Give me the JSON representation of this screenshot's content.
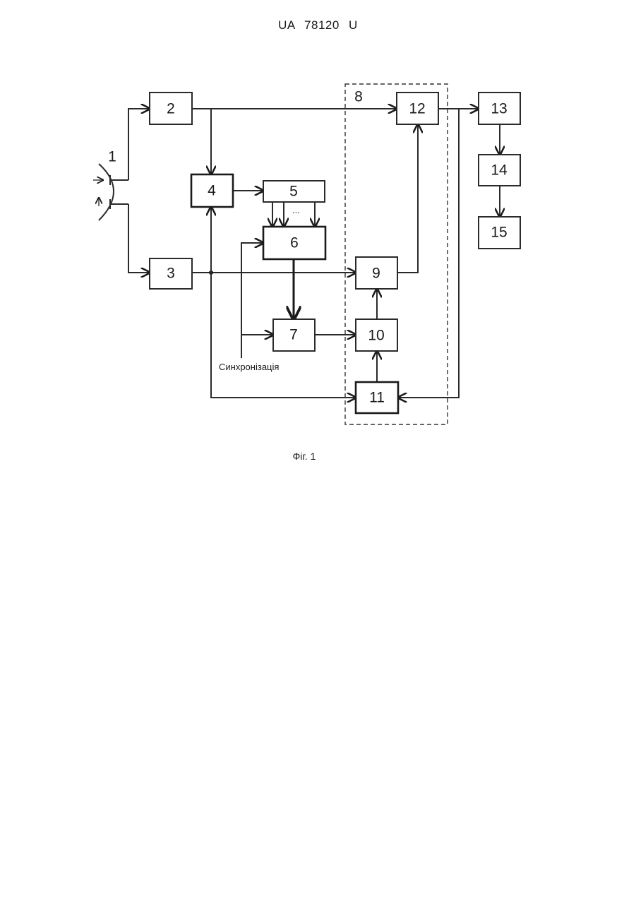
{
  "header": {
    "doc_number": "UA   78120   U"
  },
  "diagram": {
    "blocks": {
      "b2": "2",
      "b3": "3",
      "b4": "4",
      "b5": "5",
      "b6": "6",
      "b7": "7",
      "b9": "9",
      "b10": "10",
      "b11": "11",
      "b12": "12",
      "b13": "13",
      "b14": "14",
      "b15": "15"
    },
    "antenna_label": "1",
    "group_label": "8",
    "bus_ellipsis": "...",
    "sync_label": "Синхронізація",
    "figure_caption": "Фіг. 1"
  }
}
